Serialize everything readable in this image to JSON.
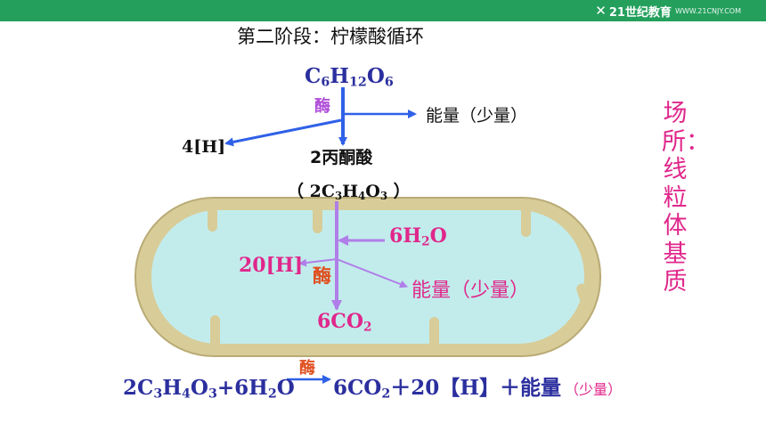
{
  "title": "第二阶段：柠檬酸循环",
  "top_reaction": {
    "glucose": [
      "C",
      "6",
      "H",
      "12",
      "O",
      "6"
    ],
    "enzyme": "酶",
    "energy": "能量（少量）",
    "hydrogen": "4[H]",
    "product": "2丙酮酸",
    "product_formula": [
      "（ 2C",
      "3",
      "H",
      "4",
      "O",
      "3",
      " ）"
    ]
  },
  "mito_reaction": {
    "water_in": [
      "6H",
      "2",
      "O"
    ],
    "hydrogen_out": "20[H]",
    "enzyme": "酶",
    "energy": "能量（少量）",
    "co2_out": [
      "6CO",
      "2"
    ]
  },
  "site_label": "场所：线粒体基质",
  "equation": {
    "left": [
      "2C",
      "3",
      "H",
      "4",
      "O",
      "3",
      "+6H",
      "2",
      "O"
    ],
    "enzyme": "酶",
    "right": [
      "6CO",
      "2",
      "＋20【H】＋能量"
    ],
    "note": "（少量）"
  },
  "logo": {
    "mark": "✕",
    "text": "21世纪教育",
    "sub": "WWW.21CNJY.COM"
  },
  "colors": {
    "header": "#24a05c",
    "membrane": "#d8cc98",
    "matrix": "#c2ecec",
    "blue_arrow": "#2f61e8",
    "violet_arrow": "#b07ee8",
    "magenta_text": "#e0278b",
    "navy_text": "#2b2f9e"
  }
}
